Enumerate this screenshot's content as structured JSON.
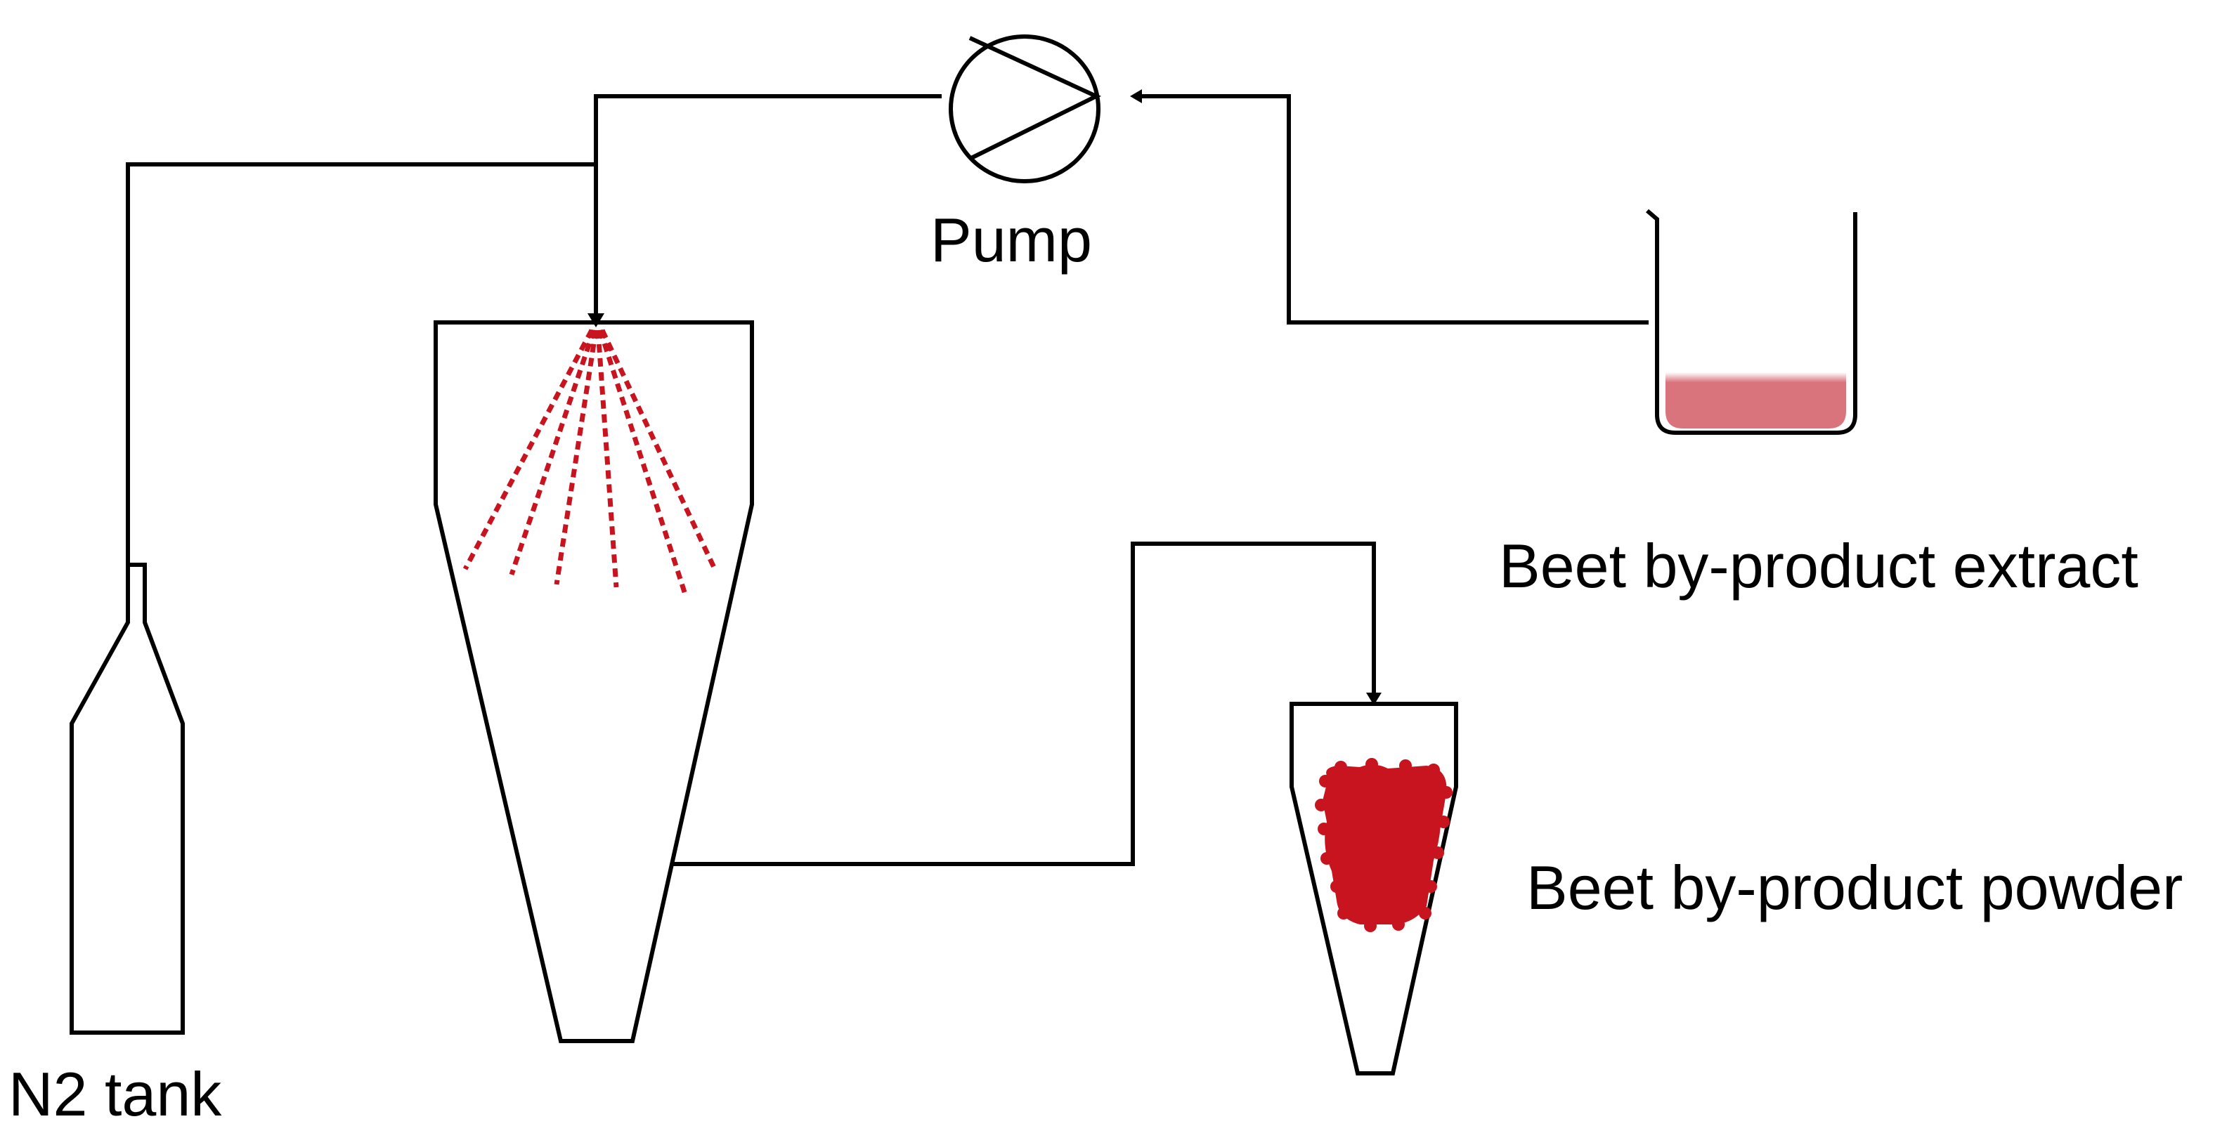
{
  "labels": {
    "pump": "Pump",
    "extract": "Beet by-product extract",
    "powder": "Beet by-product powder",
    "tank": "N2 tank"
  },
  "colors": {
    "line": "#000000",
    "spray": "#c8141e",
    "liquid": "#d9737c",
    "powder": "#c8141e"
  }
}
